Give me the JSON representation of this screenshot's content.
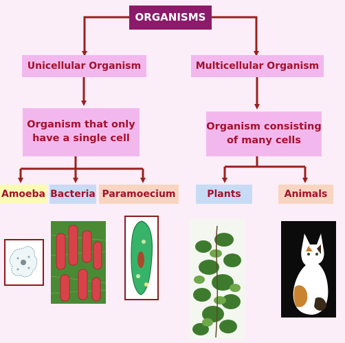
{
  "title": "ORGANISMS",
  "unicellular": {
    "label": "Unicellular Organism",
    "description_line1": "Organism that only",
    "description_line2": "have a single cell",
    "examples": [
      "Amoeba",
      "Bacteria",
      "Paramoecium"
    ]
  },
  "multicellular": {
    "label": "Multicellular Organism",
    "description_line1": "Organism consisting",
    "description_line2": "of many cells",
    "examples": [
      "Plants",
      "Animals"
    ]
  },
  "colors": {
    "background": "#fbeef8",
    "title_fill": "#8b1a6b",
    "box_fill": "#f2b8ee",
    "text": "#a3112a",
    "arrow": "#9b1f1f",
    "amoeba_fill": "#fbfbb4",
    "bacteria_fill": "#c8dbf5",
    "paramoecium_fill": "#f8d5c1",
    "plants_fill": "#c8dbf5",
    "animals_fill": "#f8d5c1"
  }
}
